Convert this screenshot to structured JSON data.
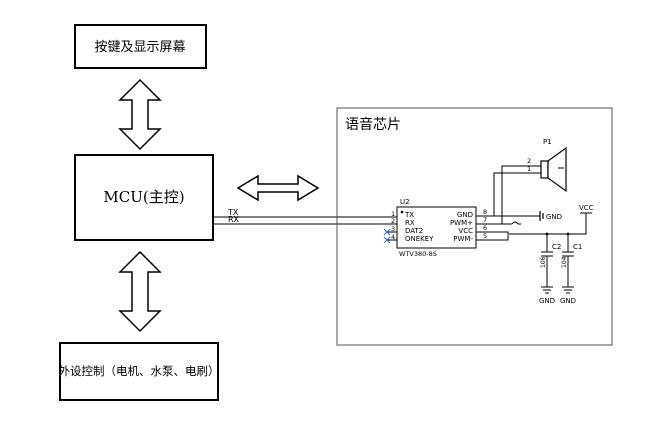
{
  "blocks": {
    "keys_display": "按键及显示屏幕",
    "mcu": "MCU(主控)",
    "peripheral": "外设控制（电机、水泵、电刷）",
    "voice_chip_area": "语音芯片"
  },
  "mcu_pins": {
    "tx": "TX",
    "rx": "RX"
  },
  "chip": {
    "ref": "U2",
    "part": "WTV380-8S",
    "left_pins": [
      {
        "num": "1",
        "name": "TX"
      },
      {
        "num": "2",
        "name": "RX"
      },
      {
        "num": "3",
        "name": "DAT2"
      },
      {
        "num": "4",
        "name": "ONEKEY"
      }
    ],
    "right_pins": [
      {
        "num": "8",
        "name": "GND"
      },
      {
        "num": "7",
        "name": "PWM+"
      },
      {
        "num": "6",
        "name": "VCC"
      },
      {
        "num": "5",
        "name": "PWM-"
      }
    ]
  },
  "speaker": {
    "ref": "P1",
    "pin2": "2",
    "pin1": "1"
  },
  "power": {
    "gnd_right": "GND",
    "vcc": "VCC",
    "gnd1": "GND",
    "gnd2": "GND"
  },
  "caps": [
    {
      "ref": "C2",
      "value": "106"
    },
    {
      "ref": "C1",
      "value": "104"
    }
  ]
}
